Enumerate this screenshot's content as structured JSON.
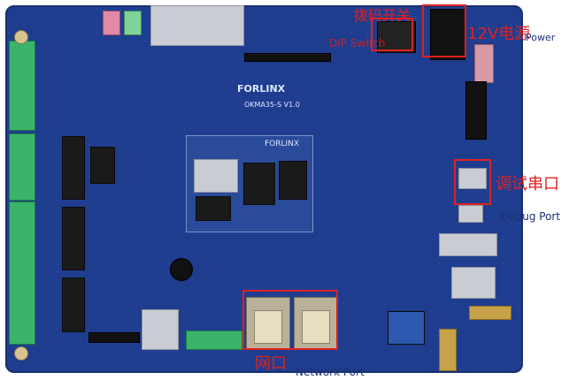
{
  "image": {
    "annotations": {
      "dip_switch_cn": "拨码开关",
      "dip_switch_en": "DIP Switch",
      "power_cn": "12V电源",
      "power_en": "Power",
      "debug_cn": "调试串口",
      "debug_en": "Debug Port",
      "network_cn": "网口",
      "network_en": "Network Port"
    },
    "board_silkscreen": {
      "brand": "FORLINX",
      "model": "OKMA35-S V1.0",
      "som_brand": "FORLINX"
    },
    "colors": {
      "annotation_red": "#e02020",
      "pcb_blue": "#1f3d8f",
      "terminal_green": "#3bb36a"
    }
  }
}
